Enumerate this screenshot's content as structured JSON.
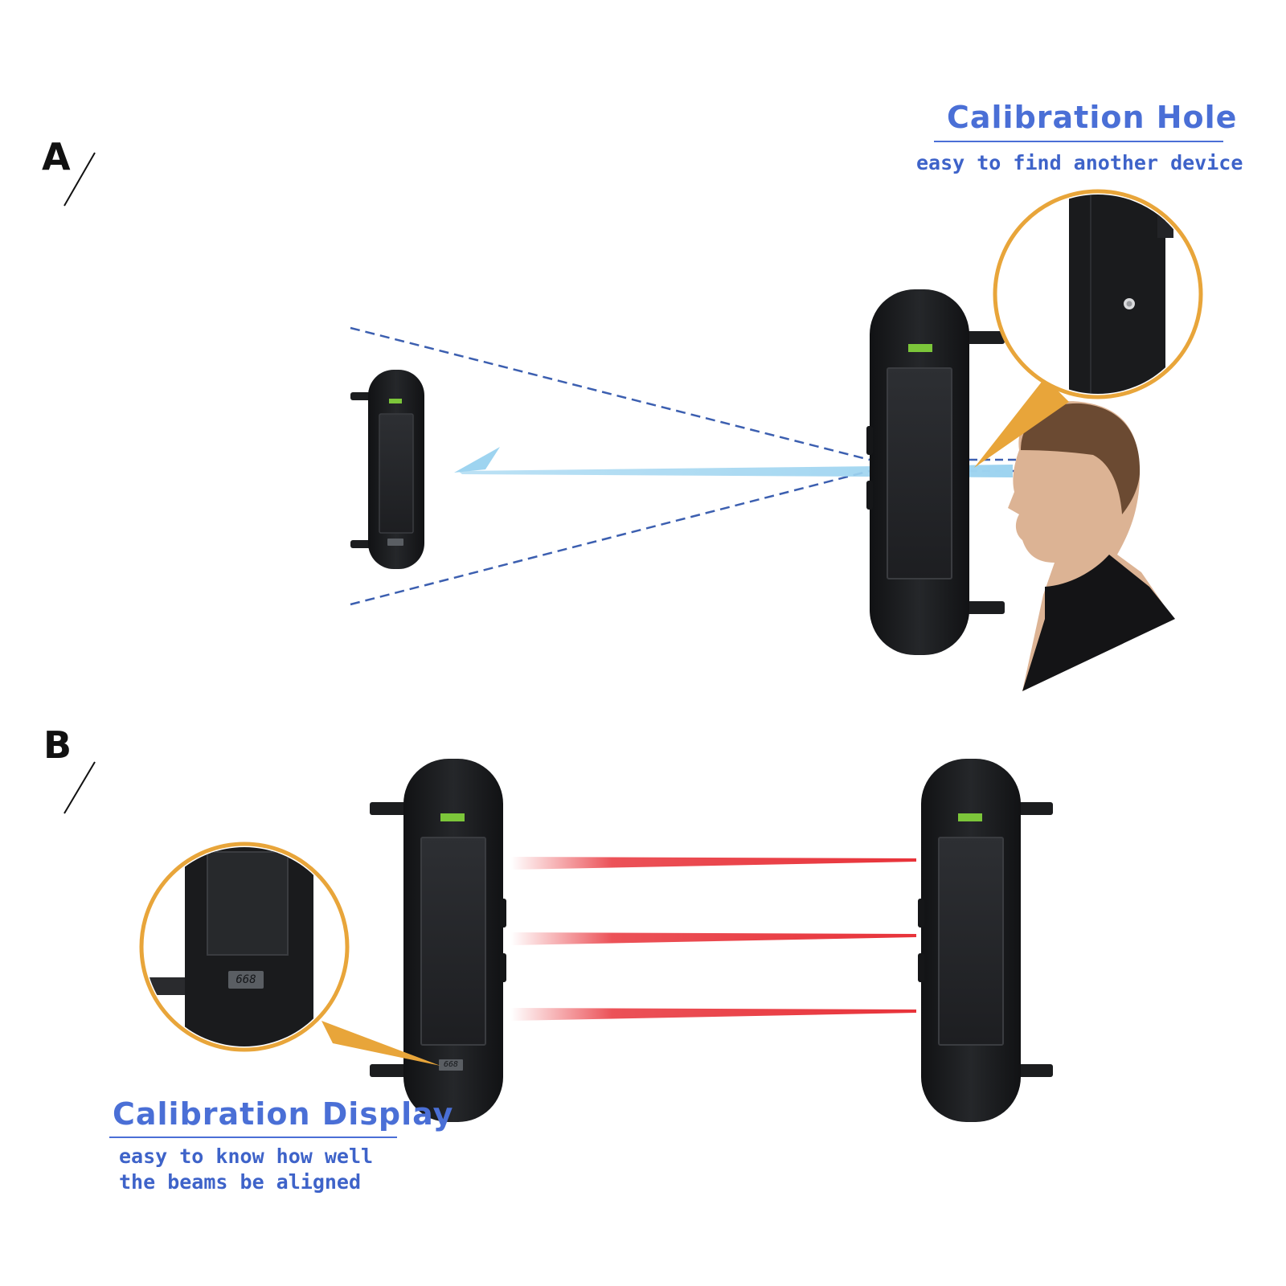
{
  "panels": {
    "a": {
      "letter": "A"
    },
    "b": {
      "letter": "B"
    }
  },
  "callouts": {
    "hole": {
      "title": "Calibration Hole",
      "subtitle": "easy to find another device"
    },
    "display": {
      "title": "Calibration Display",
      "subtitle_line1": "easy to know how well",
      "subtitle_line2": "the beams be aligned"
    }
  },
  "display_readout": "668",
  "colors": {
    "accent_blue": "#4a6fd6",
    "ring_orange": "#e8a53a",
    "beam_red": "#e8333a",
    "beam_blue": "#9ed4f0",
    "device_body": "#1c1d1f",
    "solar_panel": "#2a2c30",
    "indicator_green": "#7cc63a"
  }
}
